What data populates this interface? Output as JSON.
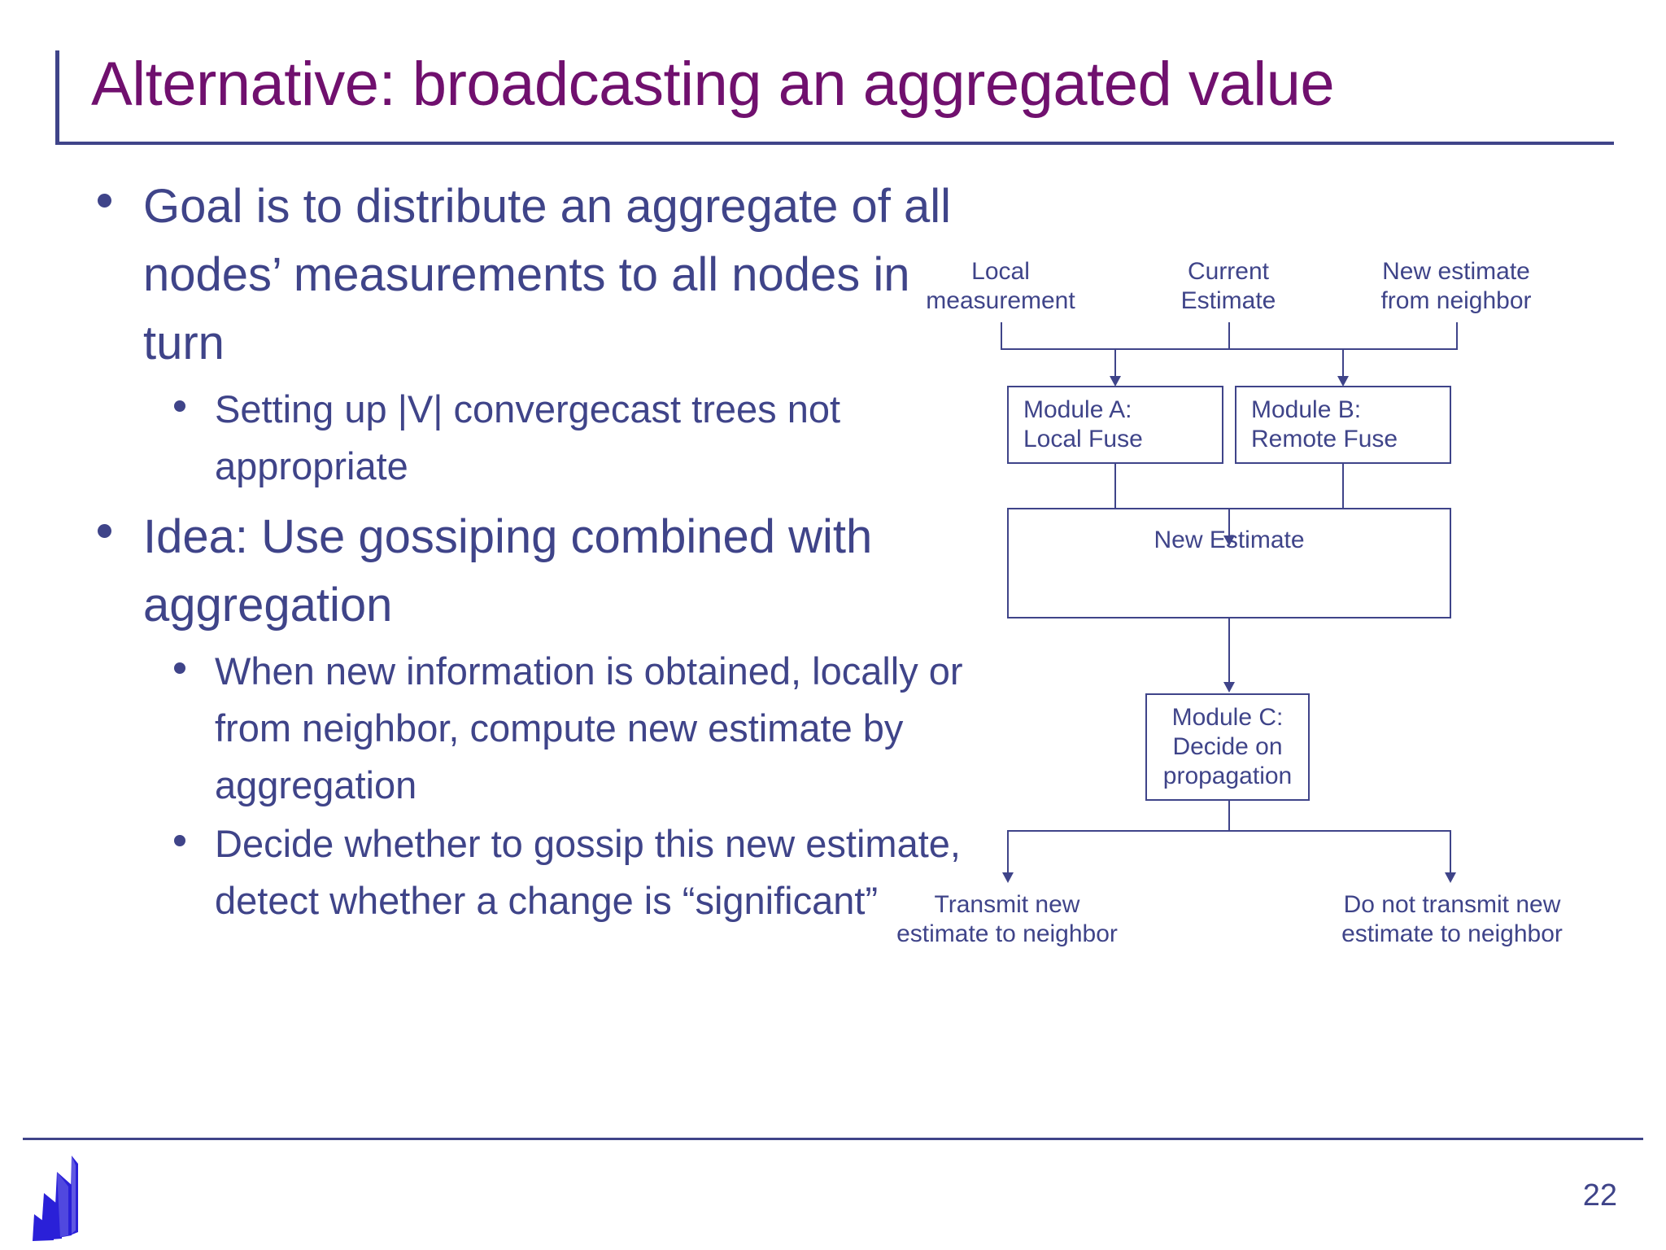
{
  "slide": {
    "title": "Alternative: broadcasting an aggregated value",
    "page_number": "22",
    "logo_name": "university-logo",
    "colors": {
      "title": "#70106e",
      "body": "#3f4489",
      "rule": "#3f4489",
      "logo": "#2a20d8"
    }
  },
  "bullets": [
    {
      "level1": "Goal is to distribute an aggregate of all nodes’ measurements to all nodes in turn",
      "level2": [
        "Setting up |V| convergecast trees not appropriate"
      ]
    },
    {
      "level1": "Idea: Use gossiping combined with aggregation",
      "level2": [
        "When new information is obtained, locally or from neighbor, compute new estimate by aggregation",
        "Decide whether to gossip this new estimate, detect whether a change is “significant”"
      ]
    }
  ],
  "diagram": {
    "inputs": [
      {
        "id": "local-measurement",
        "line1": "Local",
        "line2": "measurement"
      },
      {
        "id": "current-estimate",
        "line1": "Current",
        "line2": "Estimate"
      },
      {
        "id": "new-estimate-from-neighbor",
        "line1": "New estimate",
        "line2": "from neighbor"
      }
    ],
    "modules": [
      {
        "id": "module-a",
        "line1": "Module A:",
        "line2": "Local Fuse",
        "line3": ""
      },
      {
        "id": "module-b",
        "line1": "Module B:",
        "line2": "Remote Fuse",
        "line3": ""
      },
      {
        "id": "module-c",
        "line1": "Module C:",
        "line2": "Decide on",
        "line3": "propagation"
      }
    ],
    "new_estimate_label": "New Estimate",
    "outputs": [
      {
        "id": "transmit",
        "line1": "Transmit new",
        "line2": "estimate to neighbor"
      },
      {
        "id": "do-not-transmit",
        "line1": "Do not transmit new",
        "line2": "estimate to neighbor"
      }
    ]
  }
}
